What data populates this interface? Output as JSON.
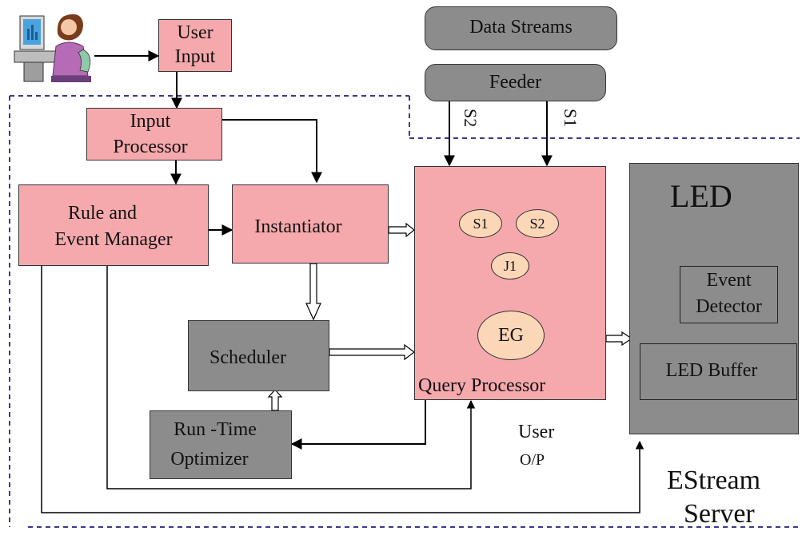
{
  "user_input": {
    "line1": "User",
    "line2": "Input"
  },
  "data_streams": "Data Streams",
  "feeder": "Feeder",
  "stream_labels": {
    "s1": "S1",
    "s2": "S2"
  },
  "input_processor": {
    "line1": "Input",
    "line2": "Processor"
  },
  "rule_manager": {
    "line1": "Rule and",
    "line2": "Event Manager"
  },
  "instantiator": "Instantiator",
  "scheduler": "Scheduler",
  "runtime_optimizer": {
    "line1": "Run -Time",
    "line2": "Optimizer"
  },
  "query_processor": {
    "label": "Query Processor",
    "op_s1": "S1",
    "op_s2": "S2",
    "op_j1": "J1",
    "op_eg": "EG"
  },
  "led": {
    "title": "LED",
    "event_detector": {
      "line1": "Event",
      "line2": "Detector"
    },
    "buffer": "LED Buffer"
  },
  "user_output": {
    "line1": "User",
    "line2": "O/P"
  },
  "server": {
    "line1": "EStream",
    "line2": "Server"
  },
  "colors": {
    "pink": "#f6a9ad",
    "gray": "#8c8c8c",
    "peach": "#fbd7b8",
    "queue_blue": "#8fd3ee",
    "dashed": "#3a3a8a"
  }
}
